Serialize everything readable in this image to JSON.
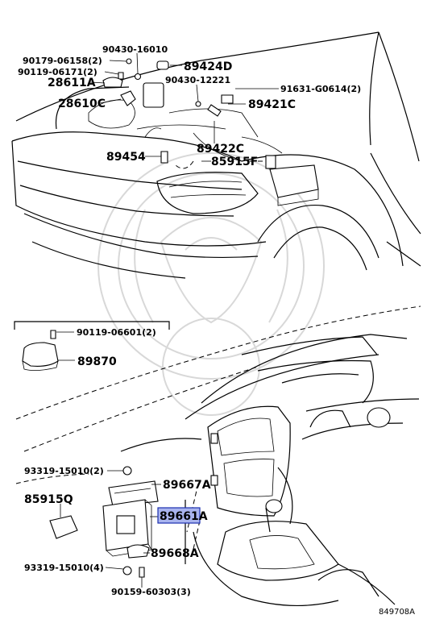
{
  "diagram": {
    "drawing_code": "849708A",
    "labels": {
      "p90179": "90179-06158(2)",
      "p90430a": "90430-16010",
      "p90119a": "90119-06171(2)",
      "p89424D": "89424D",
      "p28611A": "28611A",
      "p90430b": "90430-12221",
      "p91631": "91631-G0614(2)",
      "p28610C": "28610C",
      "p89421C": "89421C",
      "p89454": "89454",
      "p89422C": "89422C",
      "p85915F": "85915F",
      "p90119b": "90119-06601(2)",
      "p89870": "89870",
      "p93319a": "93319-15010(2)",
      "p89667A": "89667A",
      "p85915Q": "85915Q",
      "p89661A": "89661A",
      "p89668A": "89668A",
      "p93319b": "93319-15010(4)",
      "p90159": "90159-60303(3)"
    },
    "highlight_color": "#a9b4ee"
  }
}
